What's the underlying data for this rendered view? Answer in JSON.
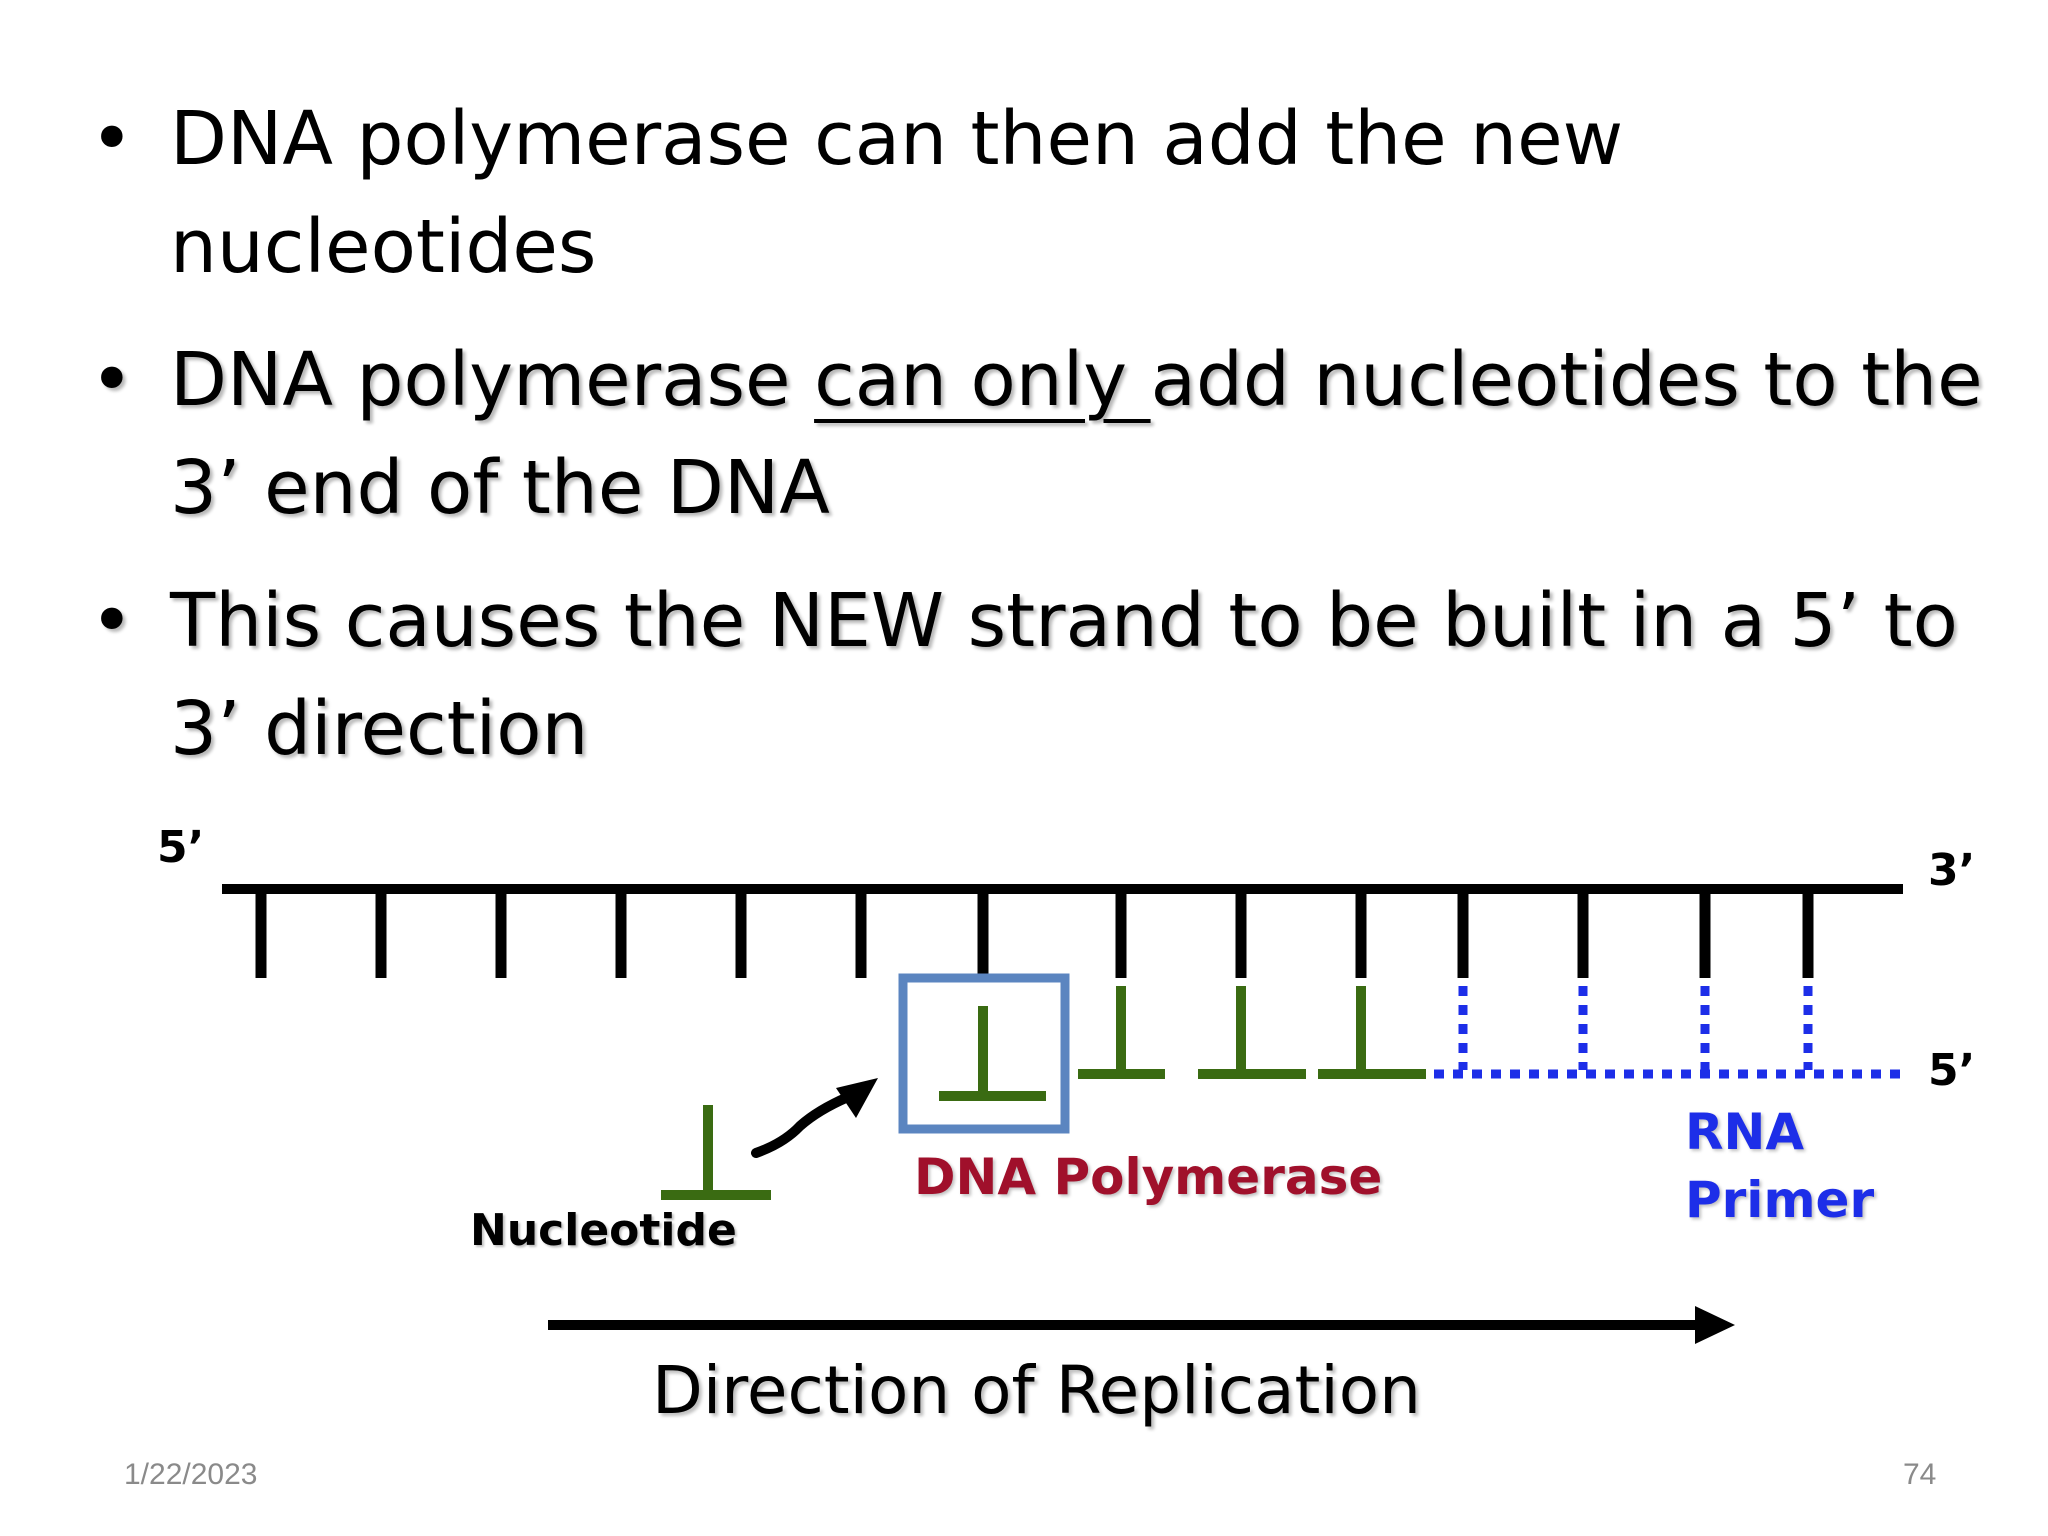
{
  "slide": {
    "bullets": [
      {
        "text": "DNA polymerase can then add the new nucleotides"
      },
      {
        "pre": "DNA polymerase ",
        "underlined": "can only ",
        "post": "add nucleotides to the 3’ end of the DNA"
      },
      {
        "text": "This causes the NEW strand to be built in a 5’ to 3’ direction"
      }
    ],
    "bullet_char": "•"
  },
  "diagram": {
    "template_5prime": "5’",
    "template_3prime": "3’",
    "new_strand_5prime": "5’",
    "nucleotide_label": "Nucleotide",
    "polymerase_label": "DNA Polymerase",
    "rna_primer_label_line1": "RNA",
    "rna_primer_label_line2": "Primer",
    "direction_label": "Direction of Replication",
    "colors": {
      "strand": "#000000",
      "new_dna": "#3a6b12",
      "rna_primer": "#1d2ee8",
      "polymerase_box": "#5b85c0",
      "polymerase_text": "#a0102b"
    }
  },
  "footer": {
    "date": "1/22/2023",
    "page_number": "74"
  }
}
